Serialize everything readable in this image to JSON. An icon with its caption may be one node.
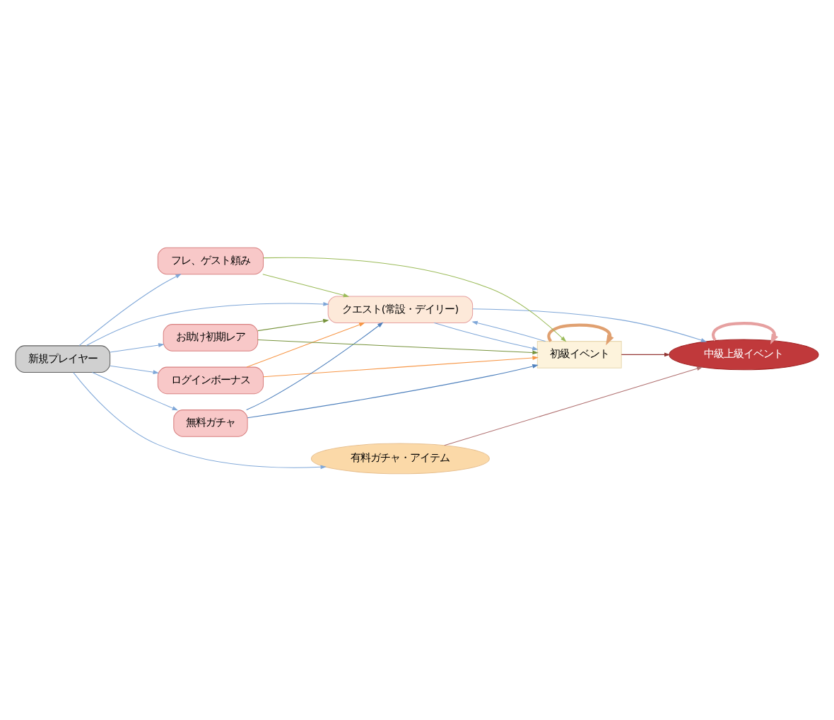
{
  "diagram": {
    "nodes": [
      {
        "text": [
          "新規プレイヤー"
        ]
      },
      {
        "text": [
          "初級イベント"
        ]
      },
      {
        "text": [
          "クエスト(常設・デイリー)"
        ]
      },
      {
        "text": [
          "ログインボーナス"
        ]
      },
      {
        "text": [
          "フレ、ゲスト頼み"
        ]
      },
      {
        "text": [
          "無料ガチャ"
        ]
      },
      {
        "text": [
          "お助け初期レア"
        ]
      },
      {
        "text": [
          "有料ガチャ・アイテム"
        ]
      },
      {
        "text": [
          "中級上級イベント"
        ]
      }
    ],
    "edges": [
      {
        "from": 0,
        "to": 2,
        "arrow": "to"
      },
      {
        "from": 0,
        "to": 3,
        "arrow": "to"
      },
      {
        "from": 0,
        "to": 4,
        "arrow": "to"
      },
      {
        "from": 0,
        "to": 5,
        "arrow": "to"
      },
      {
        "from": 0,
        "to": 6,
        "arrow": "to"
      },
      {
        "from": 0,
        "to": 7,
        "arrow": "to"
      },
      {
        "from": 1,
        "to": 1,
        "arrow": "to",
        "style": "thick",
        "color": "#e0a070"
      },
      {
        "from": 1,
        "to": 2,
        "arrow": "to"
      },
      {
        "from": 2,
        "to": 1,
        "arrow": "to"
      },
      {
        "from": 3,
        "to": 2,
        "arrow": "to",
        "color": "#f79646"
      },
      {
        "from": 3,
        "to": 1,
        "arrow": "to",
        "color": "#f79646"
      },
      {
        "from": 4,
        "to": 2,
        "arrow": "to",
        "color": "#9bbb59"
      },
      {
        "from": 4,
        "to": 1,
        "arrow": "to",
        "color": "#9bbb59"
      },
      {
        "from": 5,
        "to": 2,
        "arrow": "to",
        "color": "#4f81bd"
      },
      {
        "from": 5,
        "to": 1,
        "arrow": "to",
        "color": "#4f81bd"
      },
      {
        "from": 6,
        "to": 2,
        "arrow": "to",
        "color": "#77933c"
      },
      {
        "from": 6,
        "to": 1,
        "arrow": "to",
        "color": "#77933c"
      },
      {
        "from": 2,
        "to": 8,
        "arrow": "to"
      },
      {
        "from": 1,
        "to": 8,
        "arrow": "to",
        "color": "#943634"
      },
      {
        "from": 7,
        "to": 8,
        "arrow": "to",
        "color": "#b07070"
      },
      {
        "from": 8,
        "to": 8,
        "arrow": "to",
        "style": "thick",
        "color": "#e6a0a0"
      }
    ]
  }
}
